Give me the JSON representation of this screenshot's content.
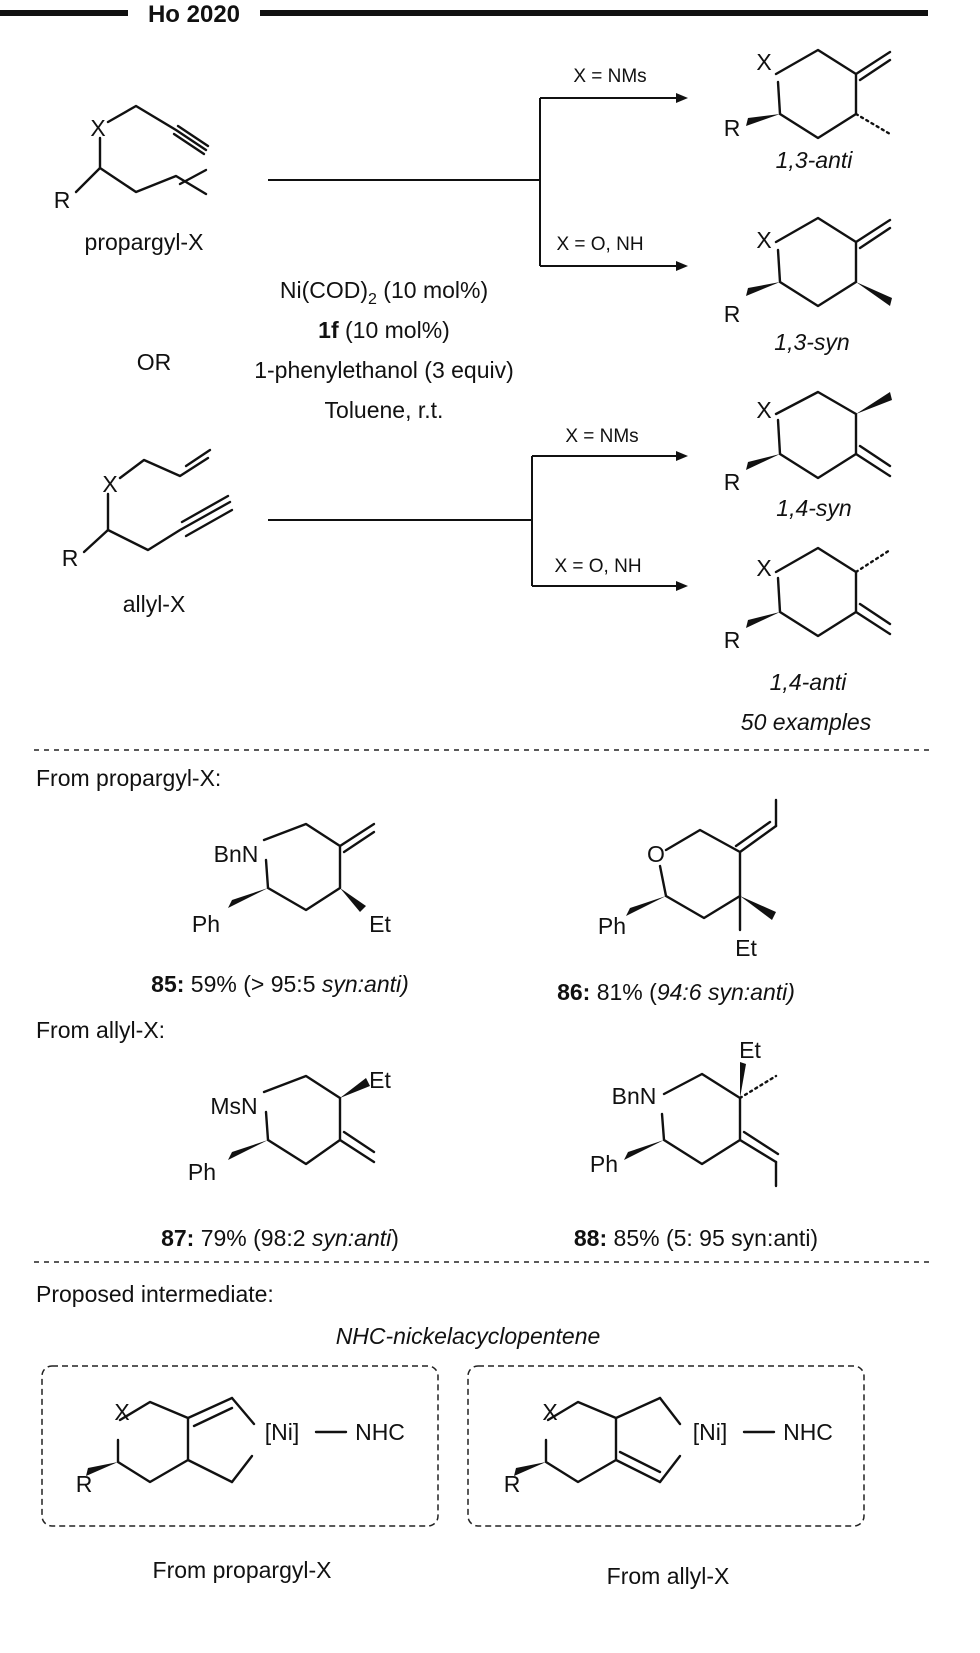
{
  "header": {
    "title": "Ho 2020"
  },
  "substrates": {
    "propargyl": {
      "name": "propargyl-X",
      "atom_x": "X",
      "atom_r": "R"
    },
    "or_label": "OR",
    "allyl": {
      "name": "allyl-X",
      "atom_x": "X",
      "atom_r": "R"
    }
  },
  "conditions": {
    "catalyst_main": "Ni(COD)",
    "catalyst_sub": "2",
    "catalyst_tail": " (10 mol%)",
    "ligand_bold": "1f",
    "ligand_tail": " (10 mol%)",
    "additive": "1-phenylethanol (3 equiv)",
    "solvent": "Toluene, r.t."
  },
  "branches": [
    {
      "condition": "X = NMs",
      "product_label": "1,3-anti"
    },
    {
      "condition": "X = O, NH",
      "product_label": "1,3-syn"
    },
    {
      "condition": "X = NMs",
      "product_label": "1,4-syn"
    },
    {
      "condition": "X = O, NH",
      "product_label": "1,4-anti"
    }
  ],
  "examples_count": "50 examples",
  "section_propargyl": "From propargyl-X:",
  "section_allyl": "From allyl-X:",
  "examples": [
    {
      "n_label": "BnN",
      "ph": "Ph",
      "sub": "Et",
      "num": "85:",
      "yield": " 59% (> 95:5 ",
      "ratio": "syn:anti)",
      "tail": ""
    },
    {
      "n_label": "O",
      "ph": "Ph",
      "sub": "Et",
      "num": "86:",
      "yield": " 81% (",
      "ratio": "94:6 syn:anti)",
      "tail": ""
    },
    {
      "n_label": "MsN",
      "ph": "Ph",
      "sub": "Et",
      "num": "87:",
      "yield": " 79% (98:2 ",
      "ratio": "syn:anti",
      "tail": ")"
    },
    {
      "n_label": "BnN",
      "ph": "Ph",
      "sub": "Et",
      "num": "88:",
      "yield": " 85% (5: 95 syn:anti)",
      "ratio": "",
      "tail": ""
    }
  ],
  "intermediate": {
    "title": "Proposed intermediate:",
    "subtitle": "NHC-nickelacyclopentene",
    "metal": "[Ni]",
    "ligand": "NHC",
    "atom_x": "X",
    "atom_r": "R",
    "left_caption": "From propargyl-X",
    "right_caption": "From allyl-X"
  }
}
